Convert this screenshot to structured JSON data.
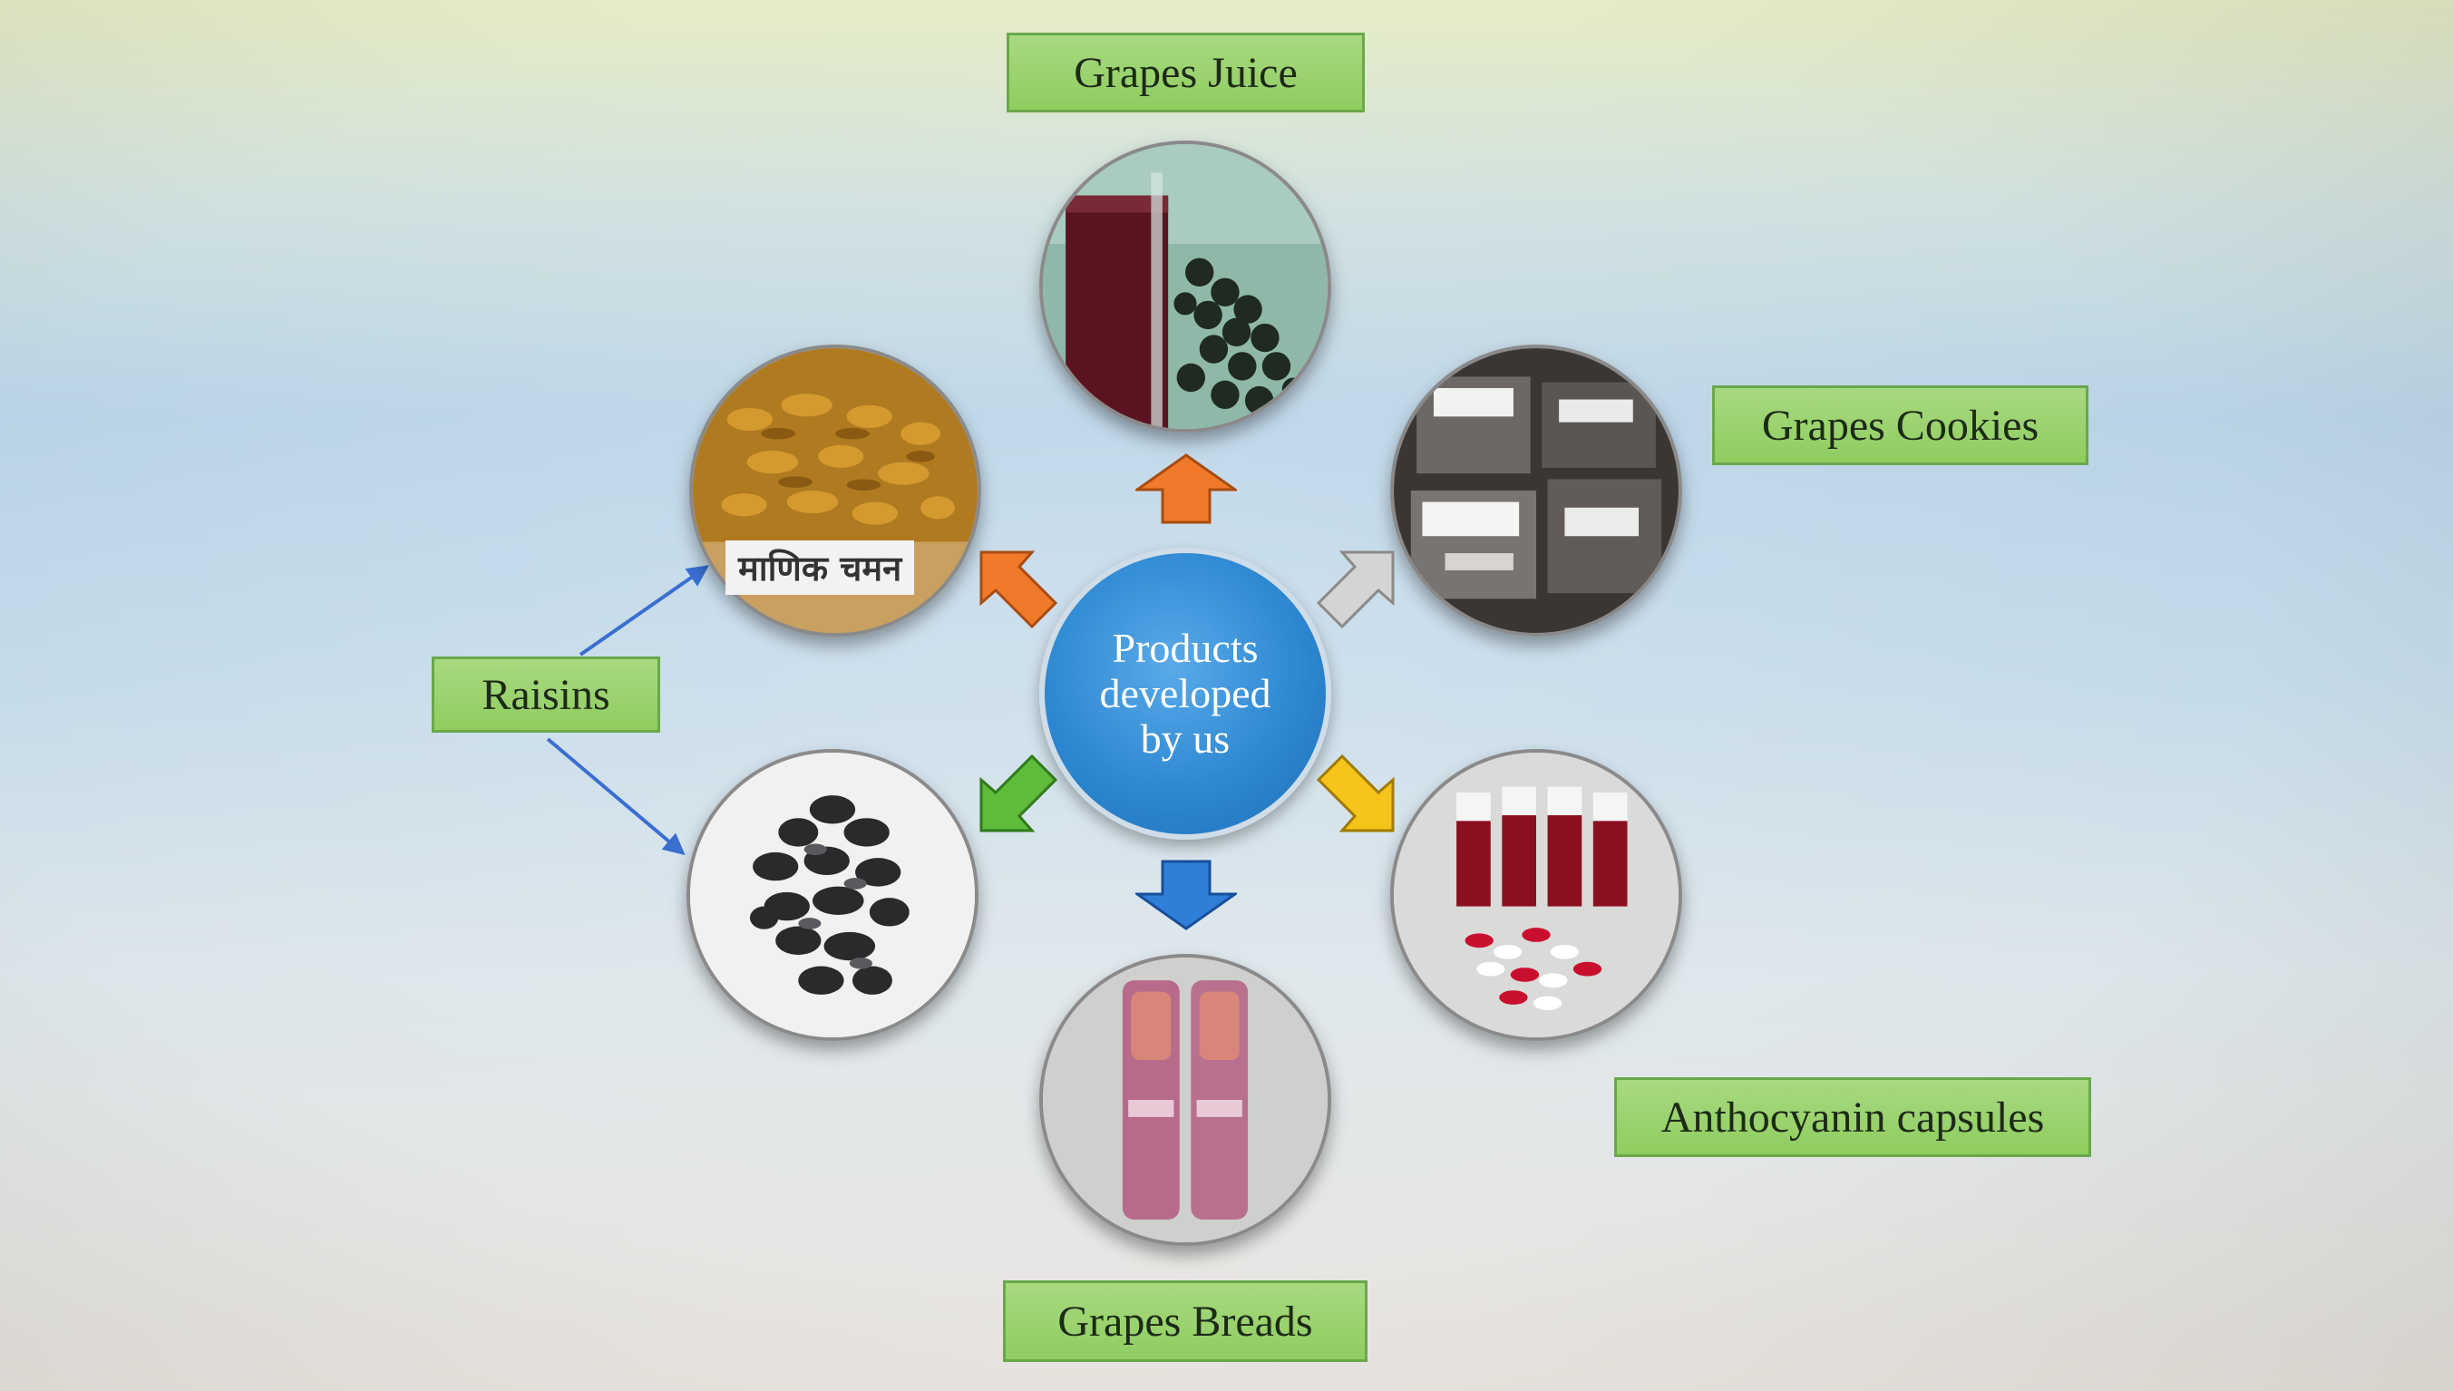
{
  "diagram": {
    "center_lines": [
      "Products",
      "developed",
      "by us"
    ],
    "labels": {
      "juice": "Grapes Juice",
      "cookies": "Grapes Cookies",
      "raisins": "Raisins",
      "capsules": "Anthocyanin capsules",
      "breads": "Grapes Breads"
    },
    "raisin_package_text": "माणिक चमन",
    "arrow_colors": {
      "up": "#f07a2a",
      "up_left": "#f07a2a",
      "up_right": "#c9c9c9",
      "down_left": "#5fbb3a",
      "down_right": "#f5c31a",
      "down": "#2f7fd8"
    },
    "connector_color": "#3a6fd0"
  }
}
